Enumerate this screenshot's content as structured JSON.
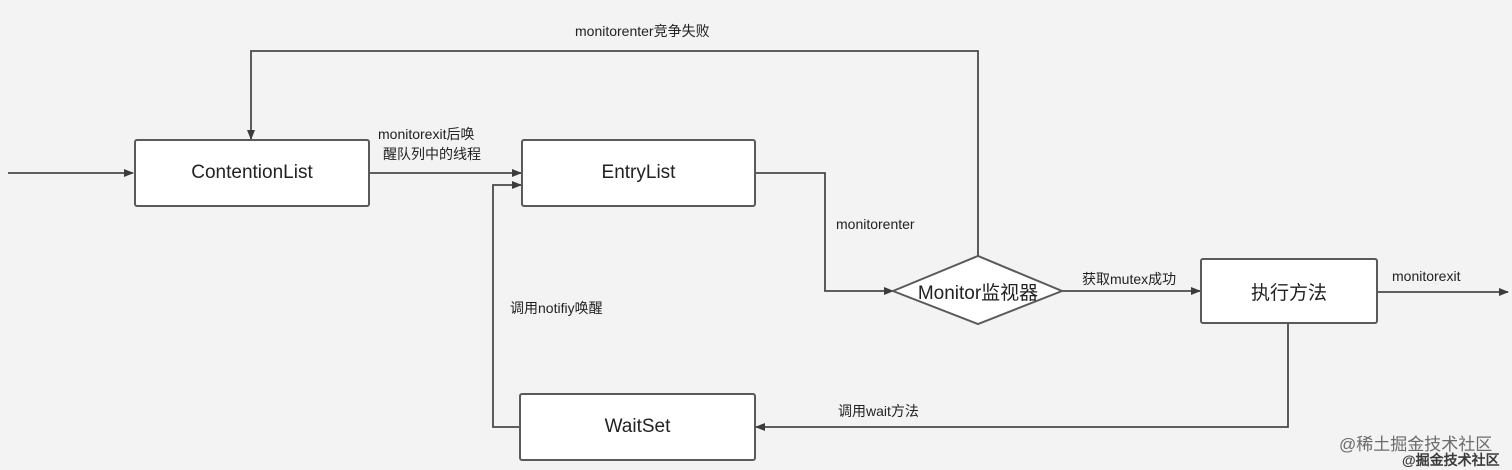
{
  "nodes": {
    "contention_list": "ContentionList",
    "entry_list": "EntryList",
    "wait_set": "WaitSet",
    "monitor": "Monitor监视器",
    "execute_method": "执行方法"
  },
  "edges": {
    "monitorenter_fail": "monitorenter竞争失败",
    "monitorexit_wake_line1": "monitorexit后唤",
    "monitorexit_wake_line2": "醒队列中的线程",
    "monitorenter": "monitorenter",
    "get_mutex_success": "获取mutex成功",
    "monitorexit": "monitorexit",
    "call_notify": "调用notifiy唤醒",
    "call_wait": "调用wait方法"
  },
  "watermark": {
    "primary": "@稀土掘金技术社区",
    "secondary": "@掘金技术社区"
  }
}
